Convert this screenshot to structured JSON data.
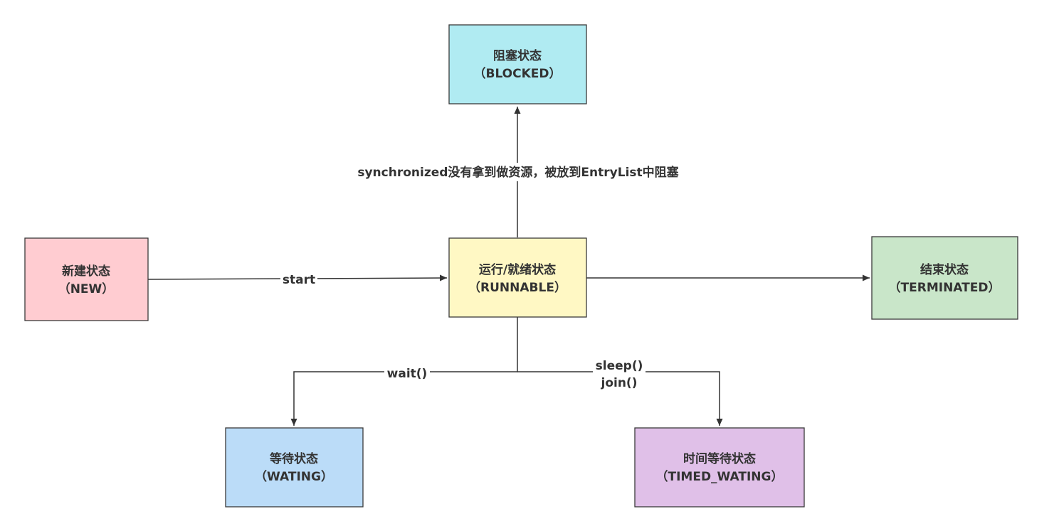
{
  "nodes": {
    "blocked": {
      "title": "阻塞状态",
      "subtitle": "（BLOCKED）",
      "fill": "#b0ebf2"
    },
    "new": {
      "title": "新建状态",
      "subtitle": "（NEW）",
      "fill": "#ffccd1"
    },
    "runnable": {
      "title": "运行/就绪状态",
      "subtitle": "（RUNNABLE）",
      "fill": "#fff8c4"
    },
    "terminated": {
      "title": "结束状态",
      "subtitle": "（TERMINATED）",
      "fill": "#c9e6c9"
    },
    "waiting": {
      "title": "等待状态",
      "subtitle": "（WATING）",
      "fill": "#bbdcf8"
    },
    "timed_waiting": {
      "title": "时间等待状态",
      "subtitle": "（TIMED_WATING）",
      "fill": "#e0c0e8"
    }
  },
  "edges": {
    "start": {
      "label": "start"
    },
    "synchronized": {
      "label": "synchronized没有拿到做资源，被放到EntryList中阻塞"
    },
    "wait": {
      "label": "wait()"
    },
    "sleep": {
      "label_line1": "sleep()",
      "label_line2": "join()"
    },
    "terminate": {
      "label": ""
    }
  },
  "colors": {
    "line": "#333333",
    "border": "#3a3a3a",
    "text": "#333333"
  }
}
